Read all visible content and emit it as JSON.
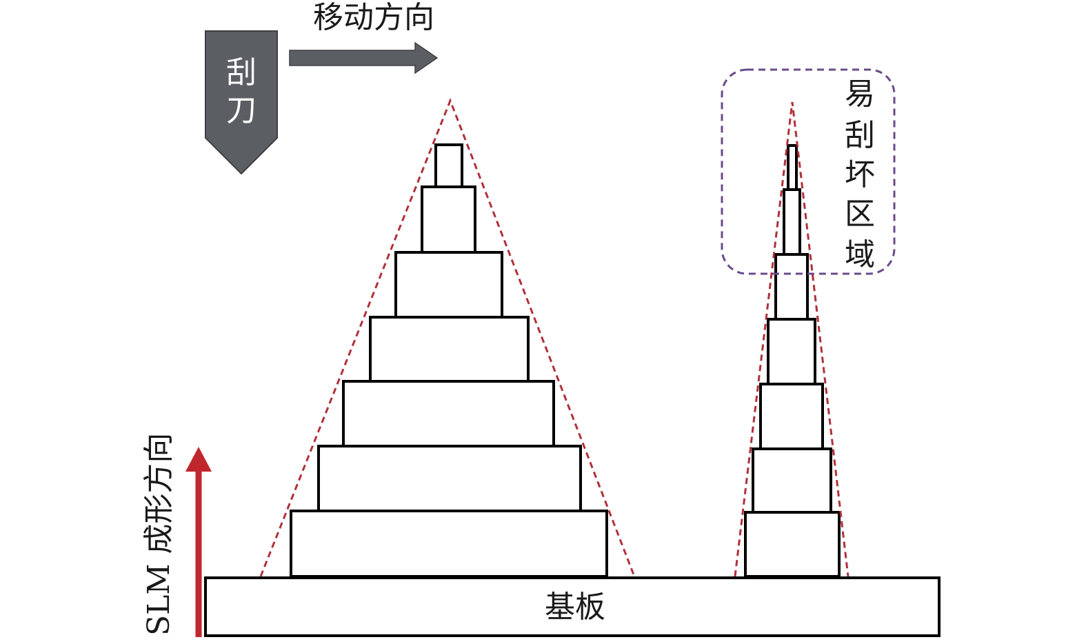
{
  "blade": {
    "label": [
      "刮",
      "刀"
    ],
    "fill": "#5b5e63"
  },
  "motion": {
    "label": "移动方向",
    "arrow_color": "#5b5e63"
  },
  "build": {
    "label": "SLM 成形方向",
    "arrow_color": "#c0272d"
  },
  "substrate": {
    "label": "基板"
  },
  "risk_zone": {
    "label": [
      "易",
      "刮",
      "坏",
      "区",
      "域"
    ],
    "color": "#6a4a8a"
  },
  "colors": {
    "guide_line": "#b0303a",
    "outline": "#000000",
    "background": "#ffffff"
  }
}
